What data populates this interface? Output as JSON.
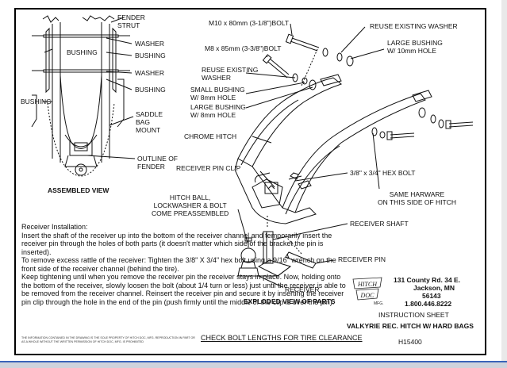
{
  "labels": {
    "fender_strut": "FENDER\nSTRUT",
    "washer_top": "WASHER",
    "bushing_top_right": "BUSHING",
    "bushing_left_top": "BUSHING",
    "washer_mid": "WASHER",
    "bushing_mid_right": "BUSHING",
    "bushing_left_bottom": "BUSHING",
    "saddle_bag_mount": "SADDLE\nBAG\nMOUNT",
    "outline_of_fender": "OUTLINE OF\nFENDER",
    "assembled_view": "ASSEMBLED VIEW",
    "bolt_m10": "M10 x 80mm (3-1/8\")BOLT",
    "bolt_m8": "M8 x 85mm (3-3/8\")BOLT",
    "reuse_washer_right": "REUSE EXISTING WASHER",
    "large_bushing_10": "LARGE BUSHING\nW/ 10mm HOLE",
    "reuse_washer_left": "REUSE EXISTING\nWASHER",
    "small_bushing_8": "SMALL BUSHING\nW/ 8mm HOLE",
    "large_bushing_8": "LARGE BUSHING\nW/ 8mm HOLE",
    "chrome_hitch": "CHROME HITCH",
    "receiver_pin_clip": "RECEIVER PIN CLIP",
    "hex_bolt": "3/8\" x 3/4\" HEX BOLT",
    "same_hardware": "SAME HARWARE\nON THIS SIDE OF HITCH",
    "hitch_ball": "HITCH BALL,\nLOCKWASHER & BOLT\nCOME PREASSEMBLED",
    "receiver_shaft": "RECEIVER SHAFT",
    "receiver_pin": "RECEIVER PIN",
    "receiver": "RECEIVER",
    "exploded_view": "EXPLODED VIEW OF PARTS"
  },
  "instructions": {
    "heading": "Receiver Installation:",
    "paragraphs": [
      "Insert the shaft of the receiver up into the bottom of the receiver channel and temporarily insert the receiver pin through the holes of both parts (it doesn't matter which side of the bracket the pin is inserted).",
      "To remove excess rattle of the receiver: Tighten the 3/8\" X 3/4\" hex bolt using a 9/16\" wrench on the front side of the receiver channel (behind the tire).",
      "Keep tightening until when you remove the receiver pin the receiver stays in place. Now, holding onto the bottom of the receiver, slowly loosen the bolt (about 1/4 turn or less) just until the receiver is able to be removed from the receiver channel. Reinsert the receiver pin and secure it by inserting the receiver pin clip through the hole in the end of the pin (push firmly until the middle of the clip is over the pin)."
    ],
    "check": "CHECK BOLT LENGTHS FOR TIRE CLEARANCE",
    "fine_print": "THE INFORMATION CONTAINED IN THE DRAWING IS THE SOLE PROPERTY OF HITCH DOC, MFG. REPRODUCTION IN PART OR AS A WHOLE WITHOUT THE WRITTEN PERMISSION OF HITCH DOC, MFG. IS PROHIBITED"
  },
  "company": {
    "logo_text": "HITCH DOC",
    "logo_mfg": "MFG.",
    "address1": "131 County Rd. 34 E.",
    "address2": "Jackson, MN",
    "zip": "56143",
    "phone": "1.800.446.8222",
    "sheet": "INSTRUCTION SHEET",
    "product": "VALKYRIE REC. HITCH W/ HARD BAGS",
    "part_no": "H15400"
  },
  "colors": {
    "ink": "#111111",
    "paper": "#ffffff",
    "accent_bar": "#3a63b8"
  }
}
